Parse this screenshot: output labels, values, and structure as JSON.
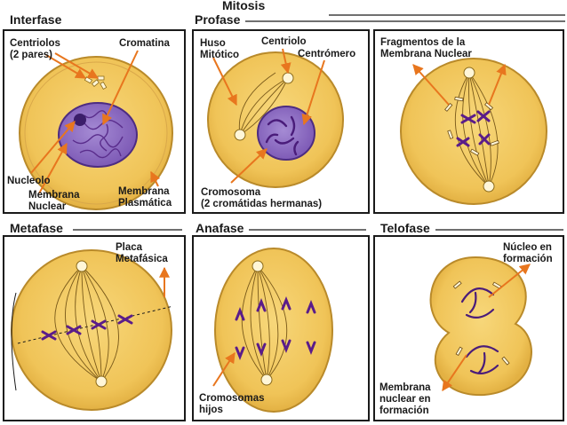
{
  "title": "Mitosis",
  "colors": {
    "cell": "#f2c95a",
    "cell_edge": "#b98a2a",
    "nucleus": "#8f6fc6",
    "chromosome": "#6a2a9a",
    "arrow": "#e8761e",
    "box": "#1a1a1a"
  },
  "panels": [
    {
      "id": "interfase",
      "heading": "Interfase",
      "labels": {
        "centriolos": [
          "Centriolos",
          "(2 pares)"
        ],
        "cromatina": [
          "Cromatina"
        ],
        "nucleolo": [
          "Nucleolo"
        ],
        "membrana_nuclear": [
          "Membrana",
          "Nuclear"
        ],
        "membrana_plasmatica": [
          "Membrana",
          "Plasmática"
        ]
      }
    },
    {
      "id": "profase",
      "heading": "Profase",
      "labels": {
        "huso": [
          "Huso",
          "Mitótico"
        ],
        "centriolo": [
          "Centriolo"
        ],
        "centromero": [
          "Centrómero"
        ],
        "cromosoma": [
          "Cromosoma",
          "(2 cromátidas hermanas)"
        ]
      }
    },
    {
      "id": "prometafase",
      "heading": "",
      "labels": {
        "fragmentos": [
          "Fragmentos de la",
          "Membrana Nuclear"
        ]
      }
    },
    {
      "id": "metafase",
      "heading": "Metafase",
      "labels": {
        "placa": [
          "Placa",
          "Metafásica"
        ]
      }
    },
    {
      "id": "anafase",
      "heading": "Anafase",
      "labels": {
        "cromosomas": [
          "Cromosomas",
          "hijos"
        ]
      }
    },
    {
      "id": "telofase",
      "heading": "Telofase",
      "labels": {
        "nucleo": [
          "Núcleo en",
          "formación"
        ],
        "membrana": [
          "Membrana",
          "nuclear en",
          "formación"
        ]
      }
    }
  ]
}
